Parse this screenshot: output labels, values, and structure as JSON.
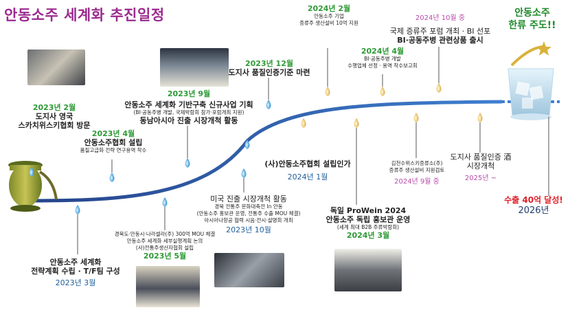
{
  "title": "안동소주 세계화 추진일정",
  "goal": {
    "line1": "안동소주",
    "line2": "한류 주도!!"
  },
  "colors": {
    "title": "#9b2a8f",
    "green": "#2e9a35",
    "blue": "#1f5e9a",
    "pink": "#b94aa8",
    "red": "#e0202a",
    "line": "#2f5ea8"
  },
  "events": [
    {
      "id": "e1",
      "date": "2023년 2월",
      "lines": [
        "도지사 영국",
        "스카치위스키협회 방문"
      ]
    },
    {
      "id": "e2",
      "date": "2023년 3월",
      "lines": [
        "안동소주 세계화",
        "전략계획 수립 · T/F팀 구성"
      ]
    },
    {
      "id": "e3",
      "date": "2023년 4월",
      "lines": [
        "안동소주협회 설립",
        "품질고급화 전략 연구용역 착수"
      ]
    },
    {
      "id": "e4",
      "date": "2023년 5월",
      "lines": [
        "경북도·안동시·나라셀라(주) 300억 MOU 체결",
        "안동소주 세계화 세부실행계획 논의",
        "(사)전통주생산자협회 설립"
      ]
    },
    {
      "id": "e5",
      "date": "2023년 9월",
      "lines": [
        "안동소주 세계화 기반구축 신규사업 기획",
        "(BI·공동주병 개발, 국제박람회 참가·포럼개최 지원)",
        "동남아시아 진출 시장개척 활동"
      ]
    },
    {
      "id": "e6",
      "date": "2023년 10월",
      "lines": [
        "미국 진출 시장개척 활동",
        "경북 전통주 문화대축전 In 안동",
        "(안동소주 홍보관 운영, 전통주 수출 MOU 체결)",
        "아시아나항공 협력 시음·전시·설명회 개최"
      ]
    },
    {
      "id": "e7",
      "date": "2023년 12월",
      "lines": [
        "도지사 품질인증기준 마련"
      ]
    },
    {
      "id": "e8",
      "date": "2024년 1월",
      "lines": [
        "(사)안동소주협회 설립인가"
      ]
    },
    {
      "id": "e9",
      "date": "2024년 2월",
      "lines": [
        "안동소주 기업",
        "증류주 생산설비 10억 지원"
      ]
    },
    {
      "id": "e10",
      "date": "2024년 3월",
      "lines": [
        "독일 ProWein 2024",
        "안동소주 독립 홍보관 운영",
        "(세계 최대 B2B 주류박람회)"
      ]
    },
    {
      "id": "e11",
      "date": "2024년 4월",
      "lines": [
        "BI·공동주병 개발",
        "수행업체 선정 · 용역 착수보고회"
      ]
    },
    {
      "id": "e12",
      "date": "2024년 9월 중",
      "lines": [
        "김천수위스키증류소(주)",
        "증류주 생산설비 지원검토"
      ]
    },
    {
      "id": "e13",
      "date": "2024년 10월 중",
      "lines": [
        "국제 증류주 포럼 개최 · BI 선포",
        "BI·공동주병 관련상품 출시"
      ]
    },
    {
      "id": "e14",
      "date": "2025년 ~",
      "lines": [
        "도지사 품질인증 酒",
        "시장개척"
      ]
    },
    {
      "id": "e15",
      "date": "2026년",
      "lines": [
        "수출 40억 달성!"
      ]
    }
  ]
}
